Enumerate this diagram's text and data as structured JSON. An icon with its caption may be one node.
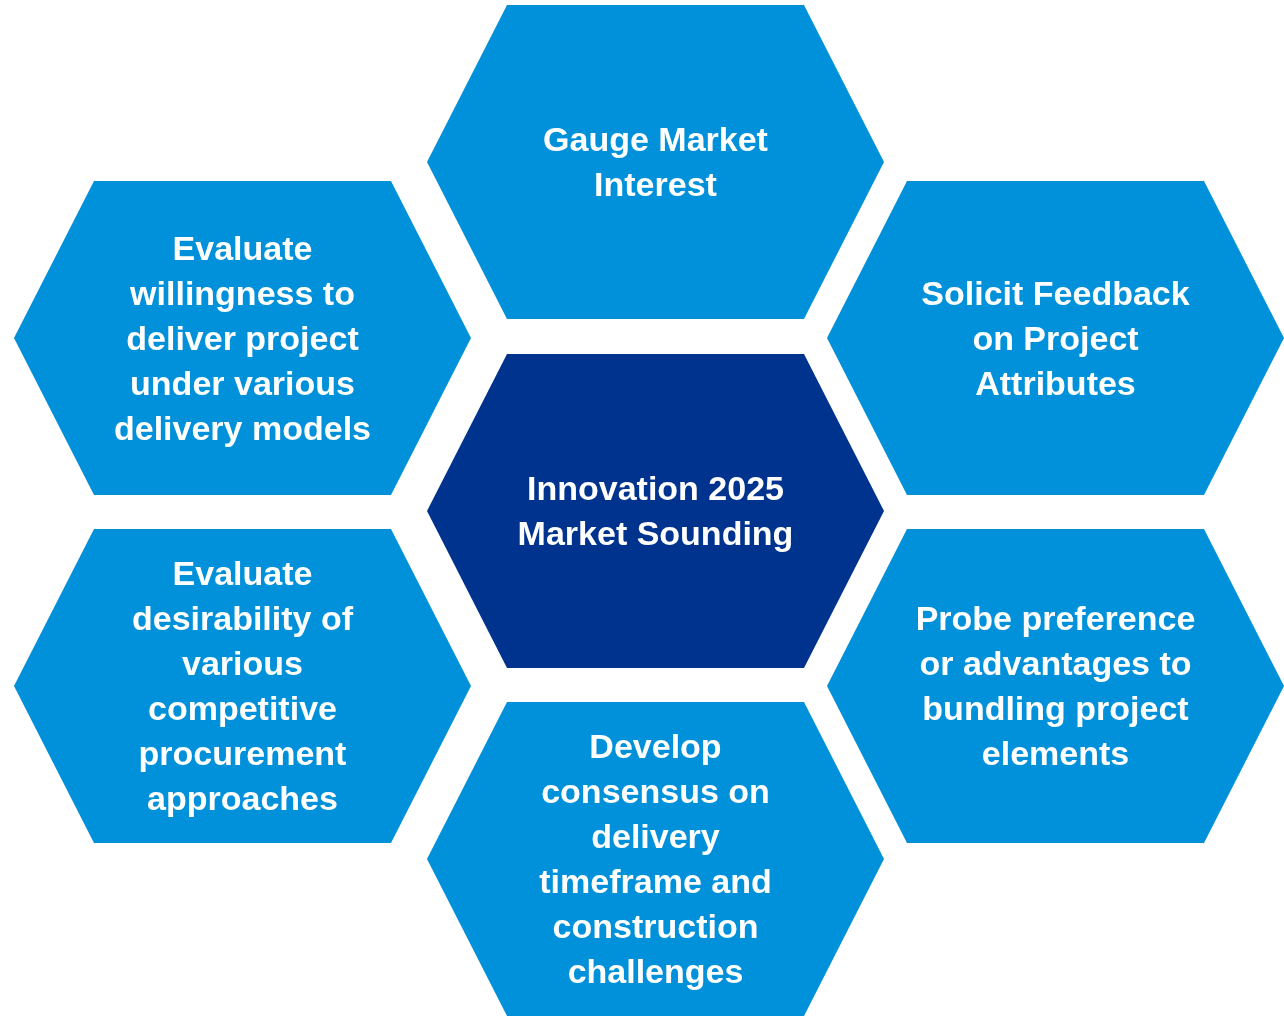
{
  "diagram": {
    "nodes": [
      {
        "text": [
          "Gauge Market Interest"
        ]
      },
      {
        "text": [
          "Evaluate willingness to deliver project under various delivery models"
        ]
      },
      {
        "text": [
          "Solicit Feedback on Project Attributes"
        ]
      },
      {
        "text": [
          "Innovation 2025 Market Sounding"
        ]
      },
      {
        "text": [
          "Evaluate desirability of various competitive procurement approaches"
        ]
      },
      {
        "text": [
          "Probe preference or advantages to bundling project elements"
        ]
      },
      {
        "text": [
          "Develop consensus on delivery timeframe and construction challenges"
        ]
      }
    ],
    "edges": []
  }
}
